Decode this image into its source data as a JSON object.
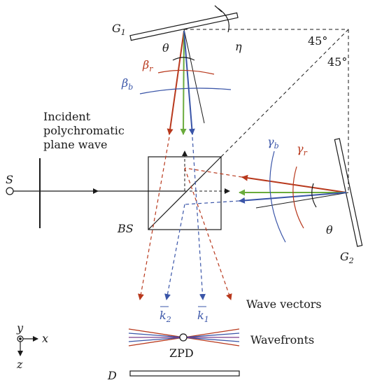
{
  "labels": {
    "g1": "G",
    "g1_sub": "1",
    "g2": "G",
    "g2_sub": "2",
    "eta": "η",
    "theta_top": "θ",
    "theta_right": "θ",
    "beta_r": "β",
    "beta_r_sub": "r",
    "beta_b": "β",
    "beta_b_sub": "b",
    "gamma_b": "γ",
    "gamma_b_sub": "b",
    "gamma_r": "γ",
    "gamma_r_sub": "r",
    "angle_45_top": "45°",
    "angle_45_right": "45°",
    "incident_line1": "Incident",
    "incident_line2": "polychromatic",
    "incident_line3": "plane wave",
    "source": "S",
    "beam_splitter": "BS",
    "k2": "k",
    "k2_sub": "2",
    "k1": "k",
    "k1_sub": "1",
    "wave_vectors": "Wave vectors",
    "wavefronts": "Wavefronts",
    "zpd": "ZPD",
    "detector": "D",
    "axis_x": "x",
    "axis_y": "y",
    "axis_z": "z"
  },
  "colors": {
    "red": "#b8381c",
    "blue": "#3a55a8",
    "green": "#6aab3c",
    "purple": "#7a3c8c",
    "ink": "#1a1a1a"
  }
}
